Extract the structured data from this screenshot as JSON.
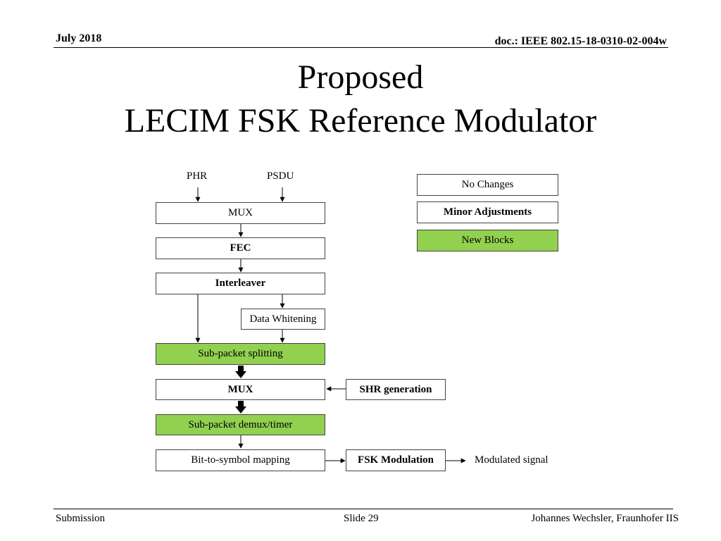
{
  "header": {
    "date": "July 2018",
    "doc": "doc.: IEEE 802.15-18-0310-02-004w"
  },
  "title": {
    "line1": "Proposed",
    "line2": "LECIM FSK Reference Modulator"
  },
  "diagram": {
    "inputs": {
      "phr": "PHR",
      "psdu": "PSDU"
    },
    "blocks": {
      "mux1": "MUX",
      "fec": "FEC",
      "interleaver": "Interleaver",
      "data_whitening": "Data Whitening",
      "subpacket_splitting": "Sub-packet splitting",
      "mux2": "MUX",
      "shr_generation": "SHR generation",
      "subpacket_demux": "Sub-packet demux/timer",
      "bit_to_symbol": "Bit-to-symbol mapping",
      "fsk_modulation": "FSK Modulation"
    },
    "output": "Modulated signal",
    "legend": {
      "no_changes": "No Changes",
      "minor_adjustments": "Minor Adjustments",
      "new_blocks": "New Blocks"
    },
    "colors": {
      "new_block_fill": "#92d050",
      "border": "#444444"
    }
  },
  "footer": {
    "left": "Submission",
    "center": "Slide 29",
    "right": "Johannes Wechsler, Fraunhofer IIS"
  }
}
